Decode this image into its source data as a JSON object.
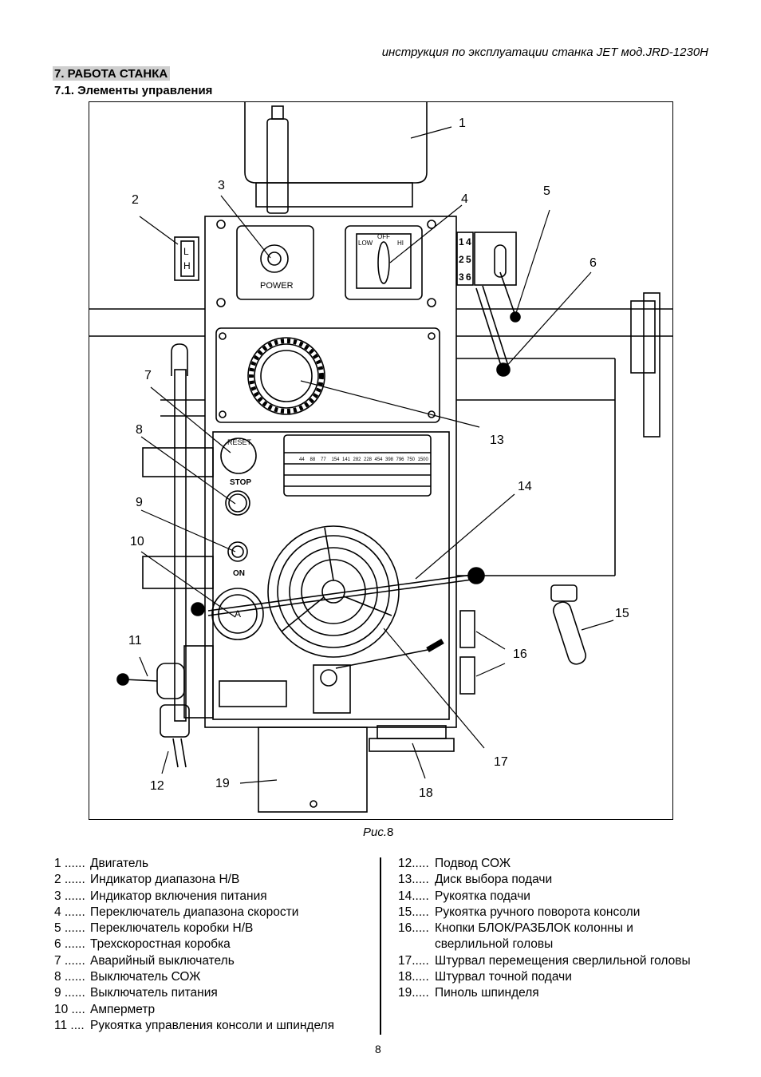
{
  "header": {
    "manual_title": "инструкция по эксплуатации станка JET мод.JRD-1230H"
  },
  "section": {
    "title": "7. РАБОТА СТАНКА",
    "subtitle": "7.1. Элементы управления"
  },
  "figure": {
    "caption_prefix": "Рис.",
    "caption_number": "8",
    "callouts": [
      "1",
      "2",
      "3",
      "4",
      "5",
      "6",
      "7",
      "8",
      "9",
      "10",
      "11",
      "12",
      "13",
      "14",
      "15",
      "16",
      "17",
      "18",
      "19"
    ],
    "panel_labels": {
      "power": "POWER",
      "low": "LOW",
      "off": "OFF",
      "hi": "HI",
      "reset": "RESET",
      "stop": "STOP",
      "on": "ON",
      "ammeter": "A",
      "range_l": "L",
      "range_h": "H",
      "gear_1": "1",
      "gear_4": "4",
      "gear_2": "2",
      "gear_5": "5",
      "gear_3": "3",
      "gear_6": "6"
    },
    "speed_table": {
      "speeds": [
        "44",
        "88",
        "77",
        "154",
        "141",
        "282",
        "228",
        "454",
        "398",
        "796",
        "750",
        "1500"
      ]
    }
  },
  "legend": {
    "left": [
      {
        "num": "1 ......",
        "text": "Двигатель"
      },
      {
        "num": "2 ......",
        "text": "Индикатор диапазона Н/В"
      },
      {
        "num": "3 ......",
        "text": "Индикатор включения питания"
      },
      {
        "num": "4 ......",
        "text": "Переключатель диапазона скорости"
      },
      {
        "num": "5 ......",
        "text": "Переключатель коробки Н/В"
      },
      {
        "num": "6 ......",
        "text": "Трехскоростная коробка"
      },
      {
        "num": "7 ......",
        "text": "Аварийный выключатель"
      },
      {
        "num": "8 ......",
        "text": "Выключатель СОЖ"
      },
      {
        "num": "9 ......",
        "text": "Выключатель питания"
      },
      {
        "num": "10 ....",
        "text": "Амперметр"
      },
      {
        "num": "11 ....",
        "text": "Рукоятка управления консоли и шпинделя"
      }
    ],
    "right": [
      {
        "num": "12.....",
        "text": "Подвод СОЖ"
      },
      {
        "num": "13.....",
        "text": "Диск выбора подачи"
      },
      {
        "num": "14.....",
        "text": "Рукоятка подачи"
      },
      {
        "num": "15.....",
        "text": "Рукоятка ручного поворота консоли"
      },
      {
        "num": "16.....",
        "text": "Кнопки БЛОК/РАЗБЛОК колонны и сверлильной головы"
      },
      {
        "num": "17.....",
        "text": "Штурвал перемещения сверлильной головы"
      },
      {
        "num": "18.....",
        "text": "Штурвал точной подачи"
      },
      {
        "num": "19.....",
        "text": "Пиноль шпинделя"
      }
    ]
  },
  "page": {
    "number": "8"
  }
}
